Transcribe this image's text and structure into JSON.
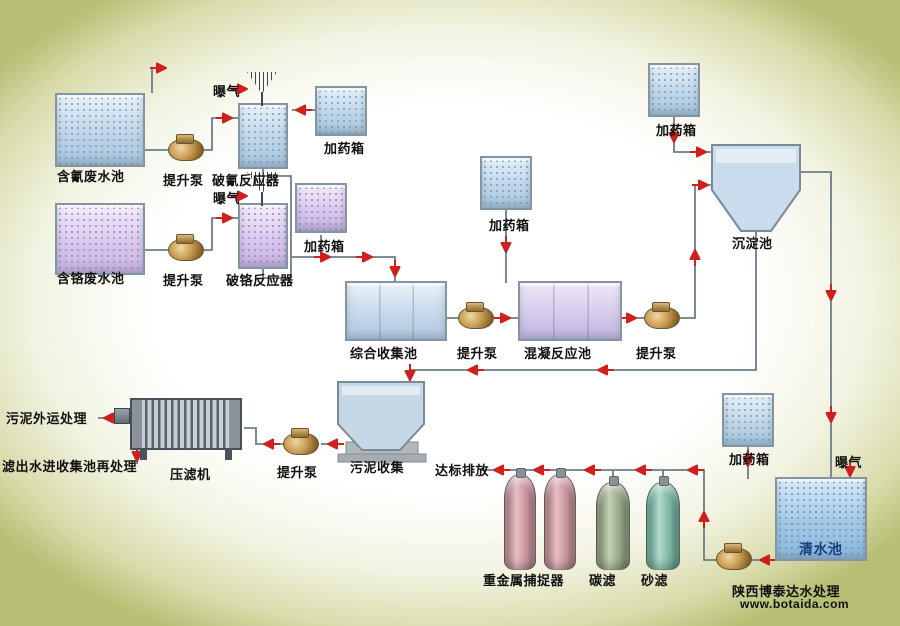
{
  "colors": {
    "arrow": "#cf1f1f",
    "pipe": "#6d7d86",
    "label": "#111111",
    "clear_label": "#14407e"
  },
  "labels": {
    "cyanide_tank": "含氰废水池",
    "pump1": "提升泵",
    "aeration1": "曝气",
    "reactor1": "破氰反应器",
    "dosing1": "加药箱",
    "chrome_tank": "含铬废水池",
    "pump2": "提升泵",
    "aeration2": "曝气",
    "reactor2": "破铬反应器",
    "dosing2": "加药箱",
    "collection": "综合收集池",
    "pump3": "提升泵",
    "coagulation": "混凝反应池",
    "pump4": "提升泵",
    "dosing3": "加药箱",
    "dosing4": "加药箱",
    "sedimentation": "沉淀池",
    "dosing5": "加药箱",
    "aeration3": "曝气",
    "clear_tank": "清水池",
    "sludge_external": "污泥外运处理",
    "filter_press": "压滤机",
    "filtrate_return": "滤出水进收集池再处理",
    "pump5": "提升泵",
    "sludge_collect": "污泥收集",
    "discharge": "达标排放",
    "hm_catcher": "重金属捕捉器",
    "carbon_filter": "碳滤",
    "sand_filter": "砂滤"
  },
  "footer": {
    "company": "陕西博泰达水处理",
    "website": "www.botaida.com"
  }
}
